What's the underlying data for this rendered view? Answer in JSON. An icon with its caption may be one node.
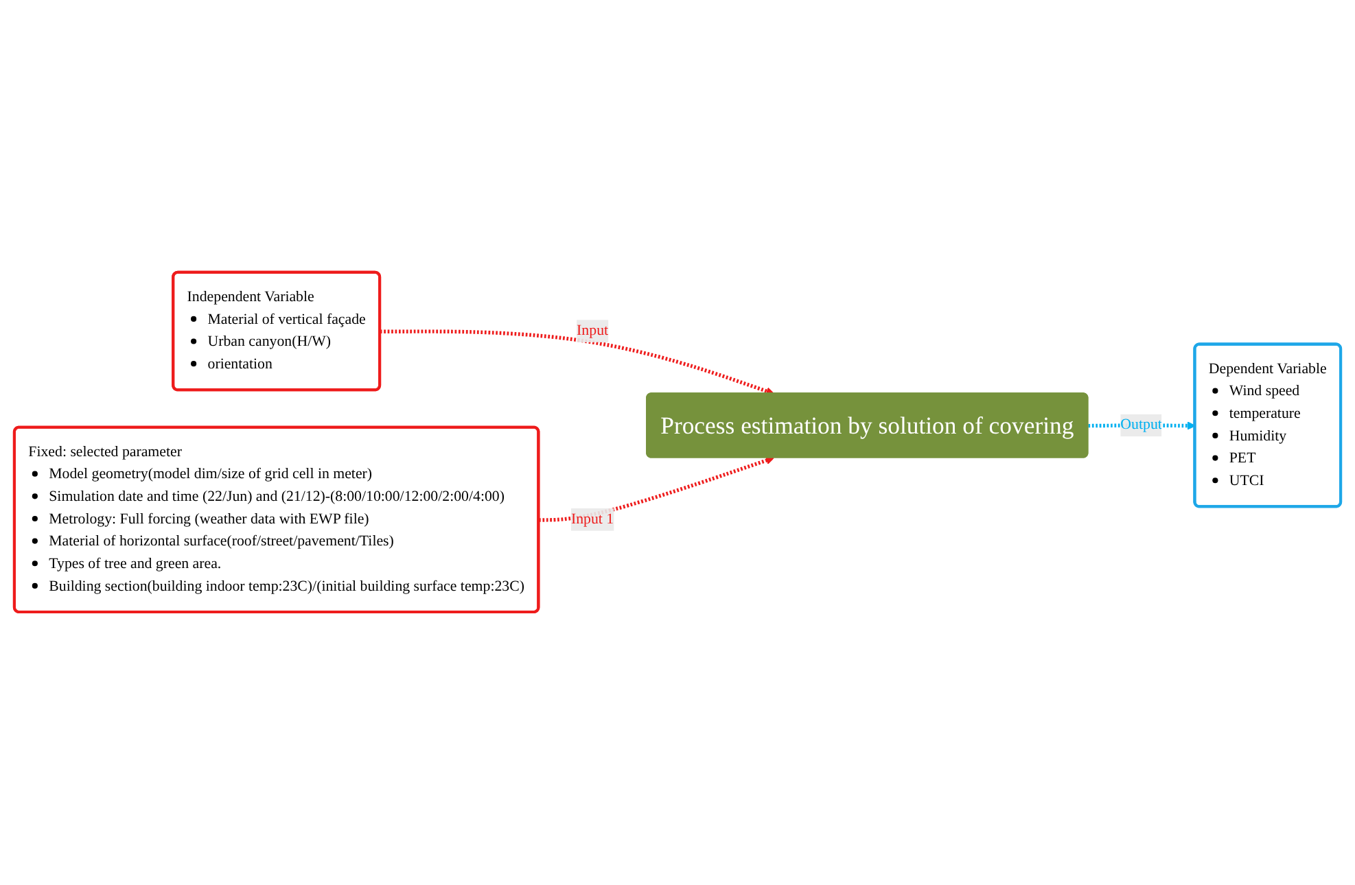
{
  "diagram": {
    "nodes": [
      {
        "text": [
          "Independent Variable",
          "Material of vertical façade",
          "Urban canyon(H/W)",
          "orientation"
        ]
      },
      {
        "text": [
          "Process estimation by solution of covering"
        ]
      },
      {
        "text": [
          "Dependent Variable",
          "Wind speed",
          "temperature",
          "Humidity",
          "PET",
          "UTCI"
        ]
      },
      {
        "text": [
          "Fixed: selected parameter",
          "Model geometry(model dim/size of grid cell in meter)",
          "Simulation date and time (22/Jun) and (21/12)-(8:00/10:00/12:00/2:00/4:00)",
          "Metrology: Full forcing (weather data with EWP file)",
          "Material of horizontal surface(roof/street/pavement/Tiles)",
          "Types of tree and green area.",
          "Building section(building indoor temp:23C)/(initial building surface temp:23C)"
        ]
      }
    ],
    "edges": [
      {
        "from": 0,
        "to": 1,
        "arrow": "to",
        "label": "Input",
        "style": "dashed"
      },
      {
        "from": 1,
        "to": 2,
        "arrow": "to",
        "label": "Output",
        "style": "dashed",
        "color": "#00b0f0"
      },
      {
        "from": 3,
        "to": 1,
        "arrow": "to",
        "label": "Input 1",
        "style": "dashed"
      }
    ]
  }
}
